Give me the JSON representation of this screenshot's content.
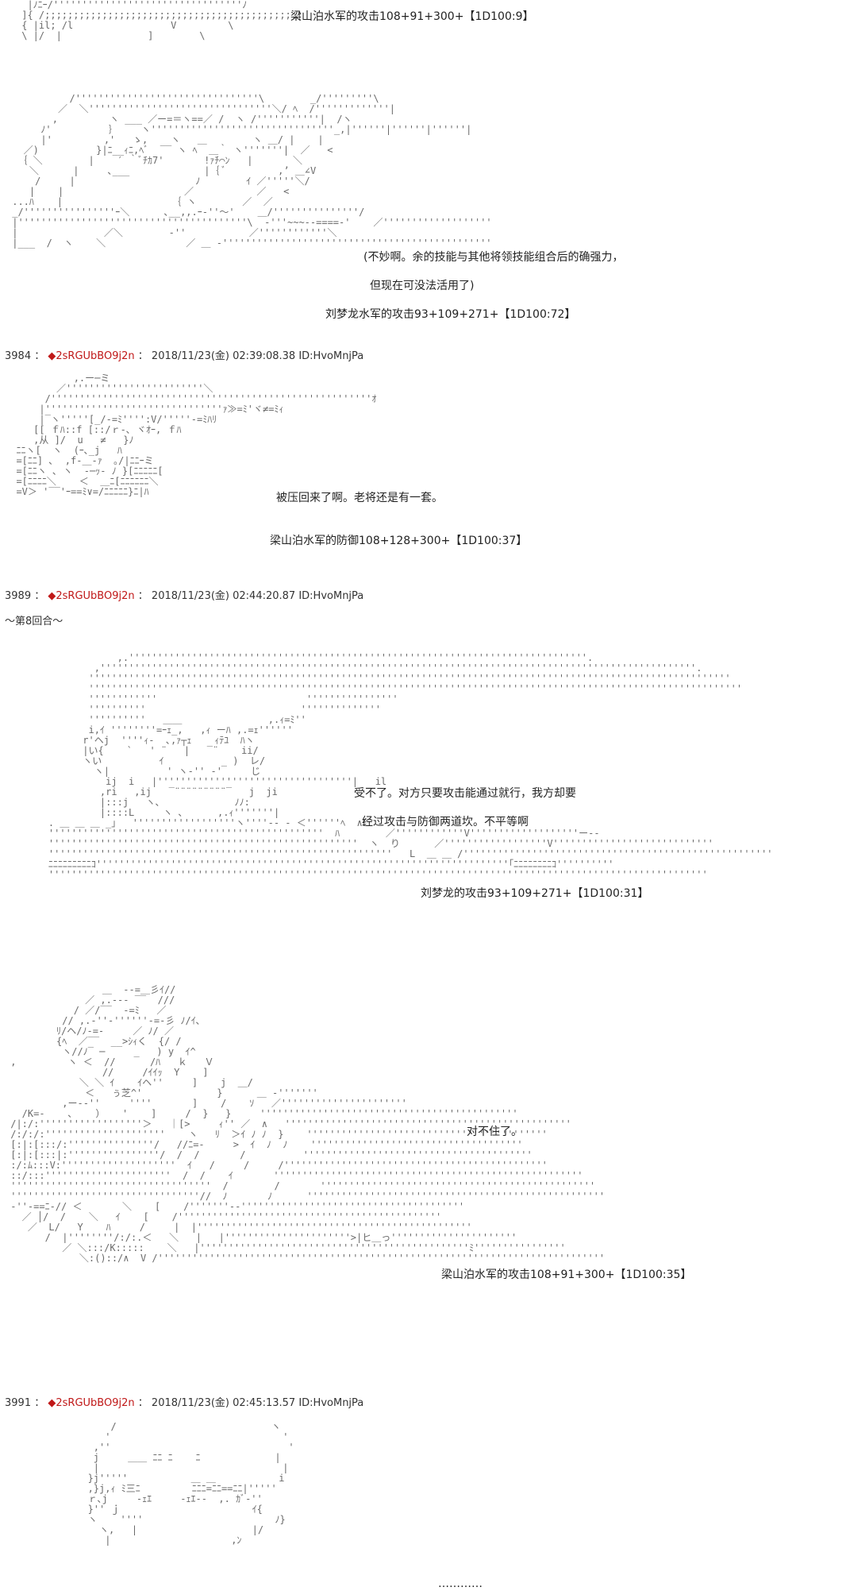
{
  "roll_lines": {
    "liangshan_attack_1": "梁山泊水军的攻击108+91+300+【1D100:9】",
    "liu_attack_1": "刘梦龙水军的攻击93+109+271+【1D100:72】",
    "liangshan_defense_1": "梁山泊水军的防御108+128+300+【1D100:37】",
    "liu_attack_2": "刘梦龙的攻击93+109+271+【1D100:31】",
    "liangshan_attack_2": "梁山泊水军的攻击108+91+300+【1D100:35】"
  },
  "dialogs": {
    "line_1": "(不妙啊。余的技能与其他将领技能组合后的确强力，",
    "line_2": "但现在可没法活用了)",
    "line_3": "被压回来了啊。老将还是有一套。",
    "line_4": "受不了。对方只要攻击能通过就行，我方却要",
    "line_5": "经过攻击与防御两道坎。不平等啊",
    "line_6": "对不住了。",
    "line_7": "…………"
  },
  "posts": [
    {
      "number": "3984",
      "separator": "：",
      "diamond": "◆",
      "trip": "2sRGUbBO9j2n",
      "sep2": "：",
      "datetime": "2018/11/23(金) 02:39:08.38",
      "id": "ID:HvoMnjPa"
    },
    {
      "number": "3989",
      "separator": "：",
      "diamond": "◆",
      "trip": "2sRGUbBO9j2n",
      "sep2": "：",
      "datetime": "2018/11/23(金) 02:44:20.87",
      "id": "ID:HvoMnjPa"
    },
    {
      "number": "3991",
      "separator": "：",
      "diamond": "◆",
      "trip": "2sRGUbBO9j2n",
      "sep2": "：",
      "datetime": "2018/11/23(金) 02:45:13.57",
      "id": "ID:HvoMnjPa"
    }
  ],
  "round_title": "～第8回合～"
}
